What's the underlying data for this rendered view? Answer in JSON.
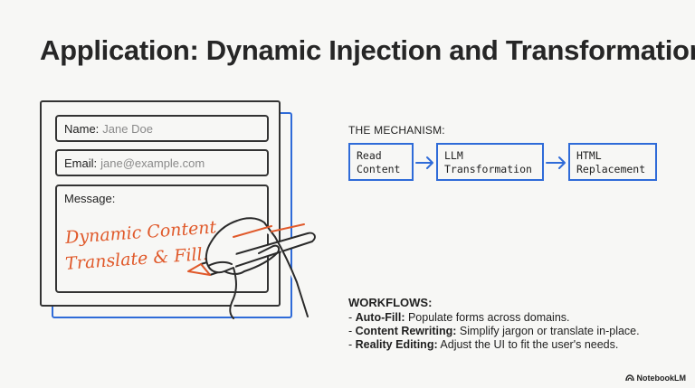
{
  "title": "Application: Dynamic Injection and Transformation",
  "form": {
    "name_label": "Name:",
    "name_value": "Jane Doe",
    "email_label": "Email:",
    "email_value": "jane@example.com",
    "message_label": "Message:",
    "handwriting_line1": "Dynamic Content,",
    "handwriting_line2": "Translate & Fill..."
  },
  "mechanism": {
    "title": "THE MECHANISM:",
    "steps": [
      {
        "line1": "Read",
        "line2": "Content"
      },
      {
        "line1": "LLM",
        "line2": "Transformation"
      },
      {
        "line1": "HTML",
        "line2": "Replacement"
      }
    ]
  },
  "workflows": {
    "title": "WORKFLOWS:",
    "items": [
      {
        "prefix": "- ",
        "bold": "Auto-Fill:",
        "text": " Populate forms across domains."
      },
      {
        "prefix": "- ",
        "bold": "Content Rewriting:",
        "text": " Simplify jargon or translate in-place."
      },
      {
        "prefix": "- ",
        "bold": "Reality Editing:",
        "text": " Adjust the UI to fit the user's needs."
      }
    ]
  },
  "brand": "NotebookLM",
  "colors": {
    "accent_blue": "#2f6bd8",
    "handwriting_orange": "#e0592a"
  }
}
